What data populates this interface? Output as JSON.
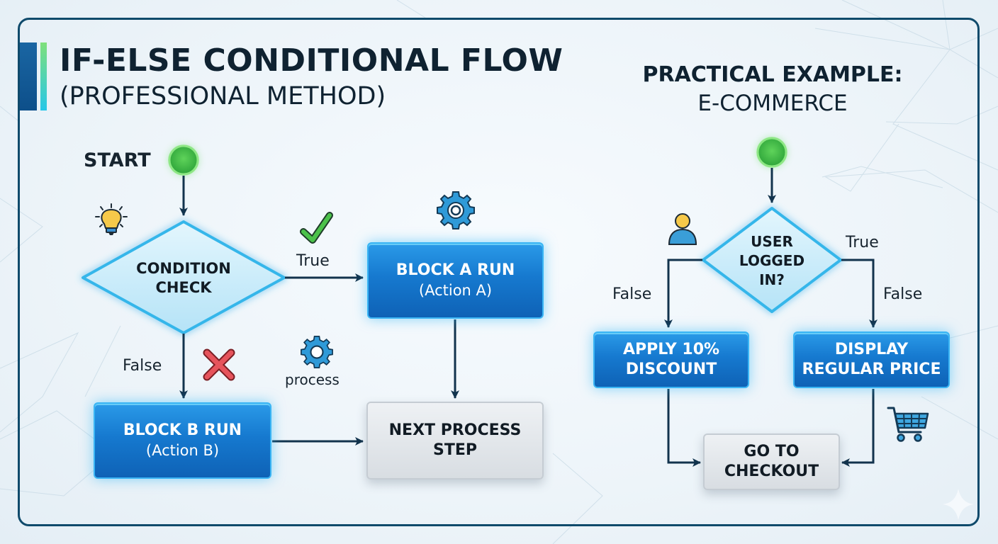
{
  "header": {
    "title": "IF-ELSE CONDITIONAL FLOW",
    "subtitle": "(PROFESSIONAL METHOD)"
  },
  "colors": {
    "frame": "#0f4a6b",
    "arrow": "#12334d",
    "block_blue": "#1679cf",
    "block_gray": "#d8dde2",
    "start_green": "#3fbf3f",
    "diamond_fill": "#cdeefb",
    "diamond_stroke": "#34b6ea"
  },
  "left_flow": {
    "start_label": "START",
    "condition": {
      "line1": "CONDITION",
      "line2": "CHECK"
    },
    "true_label": "True",
    "false_label": "False",
    "block_a": {
      "title": "BLOCK A RUN",
      "subtitle": "(Action A)"
    },
    "block_b": {
      "title": "BLOCK B RUN",
      "subtitle": "(Action B)"
    },
    "process_label": "process",
    "next_step": {
      "line1": "NEXT PROCESS",
      "line2": "STEP"
    },
    "icons": [
      "lightbulb-icon",
      "checkmark-icon",
      "cross-icon",
      "gear-icon",
      "gear-icon"
    ]
  },
  "example": {
    "title": "PRACTICAL EXAMPLE:",
    "subtitle": "E-COMMERCE",
    "condition": {
      "line1": "USER",
      "line2": "LOGGED",
      "line3": "IN?"
    },
    "true_label": "True",
    "false_label_left": "False",
    "false_label_right": "False",
    "discount": {
      "line1": "APPLY 10%",
      "line2": "DISCOUNT"
    },
    "regular": {
      "line1": "DISPLAY",
      "line2": "REGULAR PRICE"
    },
    "checkout": {
      "line1": "GO TO",
      "line2": "CHECKOUT"
    },
    "icons": [
      "user-icon",
      "shopping-cart-icon"
    ]
  }
}
